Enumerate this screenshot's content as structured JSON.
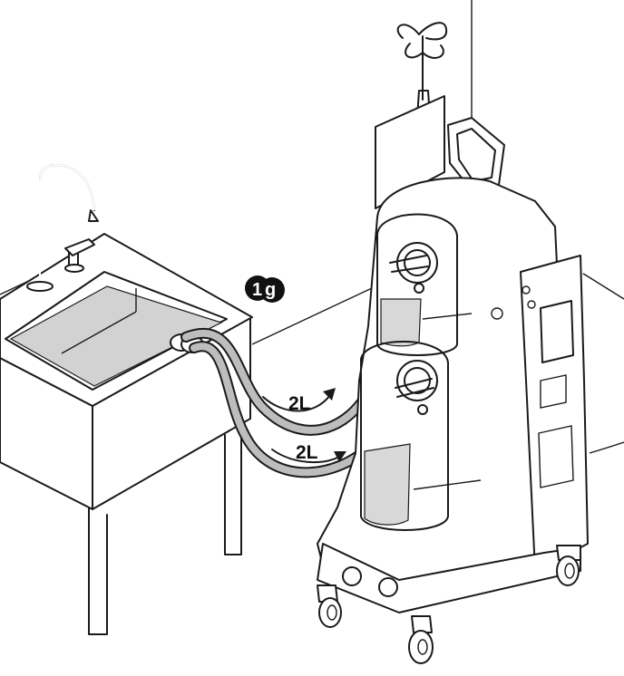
{
  "step_badge": {
    "number": "1",
    "letter": "g"
  },
  "flow_labels": {
    "upper": "2L",
    "lower": "2L"
  },
  "colors": {
    "line": "#1a1a1a",
    "water": "#d2d2d2",
    "hose": "#bdbdbd",
    "badge": "#111111"
  },
  "icons": [
    "sink-faucet-icon",
    "step-badge-icon",
    "flow-arrow-icon",
    "caster-wheel-icon",
    "control-display-icon"
  ]
}
